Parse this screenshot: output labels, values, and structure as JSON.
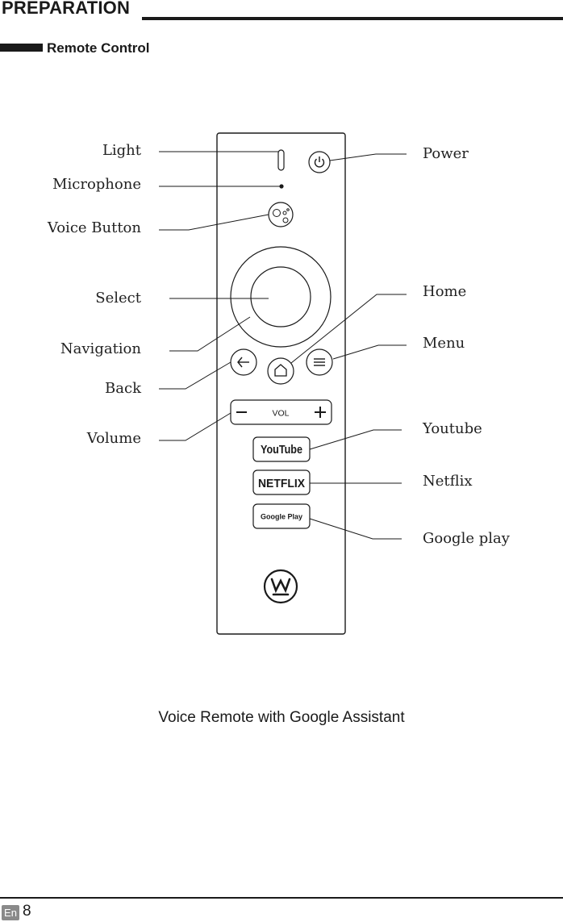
{
  "header": {
    "title": "PREPARATION"
  },
  "section": {
    "title": "Remote Control"
  },
  "labels_left": {
    "light": "Light",
    "microphone": "Microphone",
    "voice_button": "Voice Button",
    "select": "Select",
    "navigation": "Navigation",
    "back": "Back",
    "volume": "Volume"
  },
  "labels_right": {
    "power": "Power",
    "home": "Home",
    "menu": "Menu",
    "youtube": "Youtube",
    "netflix": "Netflix",
    "google_play": "Google play"
  },
  "remote": {
    "vol_label": "VOL",
    "youtube_label": "YouTube",
    "netflix_label": "NETFLIX",
    "google_play_label": "Google Play"
  },
  "caption": "Voice Remote with Google Assistant",
  "footer": {
    "lang": "En",
    "page": "8"
  }
}
